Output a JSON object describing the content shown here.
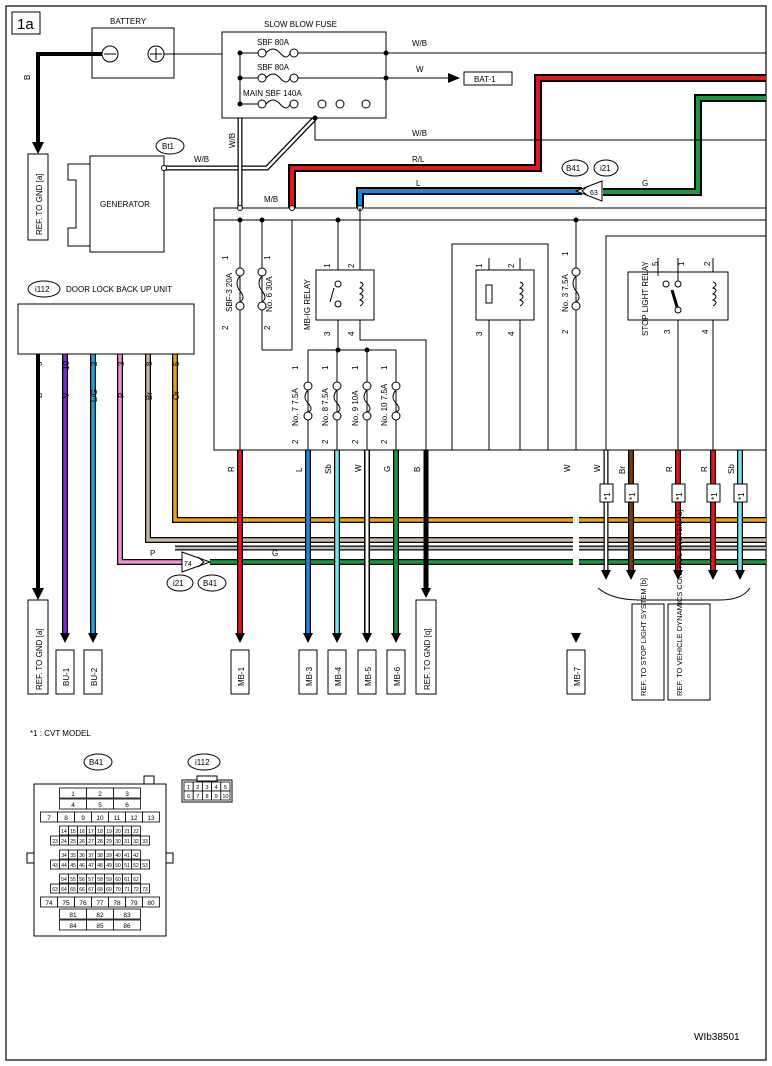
{
  "diagram": {
    "page_id": "1a",
    "ref_code": "WIb38501",
    "battery": {
      "title": "BATTERY",
      "ground_wire": "B"
    },
    "fuse_box": {
      "title": "SLOW BLOW FUSE",
      "fuse1": "SBF  80A",
      "fuse2": "SBF  80A",
      "fuse3": "MAIN SBF  140A",
      "out_wires": [
        "W/B",
        "W",
        "W/B"
      ],
      "vertical_wire": "W/B"
    },
    "bat_ref": "BAT-1",
    "generator": {
      "title": "GENERATOR",
      "connector": "Bt1",
      "wire": "W/B"
    },
    "ref_gnd_a": "REF. TO GND [a]",
    "ref_gnd_q": "REF. TO GND [q]",
    "wires": {
      "rl": "R/L",
      "l": "L",
      "g": "G",
      "mb": "M/B",
      "p": "P",
      "g2": "G"
    },
    "connectors": {
      "b41": "B41",
      "i21": "i21",
      "pin63": "63",
      "pin74": "74",
      "i112": "i112"
    },
    "door_lock_unit": {
      "title": "DOOR LOCK BACK UP UNIT",
      "pins": [
        "6",
        "10",
        "2",
        "3",
        "8",
        "5"
      ],
      "wires": [
        "B",
        "V",
        "L/G",
        "P",
        "Br",
        "Or"
      ]
    },
    "fuses": {
      "sbf3": "SBF-3  20A",
      "no6": "No. 6  30A",
      "mbig_relay": "MB-IG RELAY",
      "no7": "No. 7  7.5A",
      "no8": "No. 8  7.5A",
      "no9": "No. 9  10A",
      "no10": "No. 10  7.5A",
      "no3": "No. 3  7.5A",
      "stop_light_relay": "STOP LIGHT RELAY"
    },
    "pin_labels": {
      "p1": "1",
      "p2": "2",
      "p3": "3",
      "p4": "4",
      "p5": "5"
    },
    "bottom_wires": [
      "R",
      "L",
      "Sb",
      "W",
      "G",
      "B",
      "W",
      "W",
      "Br",
      "R",
      "R",
      "Sb"
    ],
    "star_label": "*1",
    "bottom_refs": [
      "MB-1",
      "MB-3",
      "MB-4",
      "MB-5",
      "MB-6",
      "MB-7",
      "BU-1",
      "BU-2"
    ],
    "ref_stop_light": "REF. TO STOP LIGHT SYSTEM [b]",
    "ref_vdc": "REF. TO VEHICLE DYNAMICS CONTROL SYSTEM [a]",
    "note": "*1  : CVT MODEL",
    "b41_rows": [
      [
        "1",
        "2",
        "3"
      ],
      [
        "4",
        "5",
        "6"
      ],
      [
        "7",
        "8",
        "9",
        "10",
        "11",
        "12",
        "13"
      ],
      [
        "14",
        "15",
        "16",
        "17",
        "18",
        "19",
        "20",
        "21",
        "22"
      ],
      [
        "23",
        "24",
        "25",
        "26",
        "27",
        "28",
        "29",
        "30",
        "31",
        "32",
        "33"
      ],
      [
        "34",
        "35",
        "36",
        "37",
        "38",
        "39",
        "40",
        "41",
        "42"
      ],
      [
        "43",
        "44",
        "45",
        "46",
        "47",
        "48",
        "49",
        "50",
        "51",
        "52",
        "53"
      ],
      [
        "54",
        "55",
        "56",
        "57",
        "58",
        "59",
        "60",
        "61",
        "62"
      ],
      [
        "63",
        "64",
        "65",
        "66",
        "67",
        "68",
        "69",
        "70",
        "71",
        "72",
        "73"
      ],
      [
        "74",
        "75",
        "76",
        "77",
        "78",
        "79",
        "80"
      ],
      [
        "81",
        "82",
        "83"
      ],
      [
        "84",
        "85",
        "86"
      ]
    ],
    "i112_rows": [
      [
        "1",
        "2",
        "3",
        "4",
        "5"
      ],
      [
        "6",
        "7",
        "8",
        "9",
        "10"
      ]
    ],
    "colors": {
      "red": "#e01a1a",
      "blue": "#1e88d8",
      "green": "#1a9a3c",
      "purple": "#7b2fc8",
      "cyan": "#28a0d8",
      "pink": "#f090d8",
      "tan": "#c8b8a0",
      "orange": "#e8a020",
      "brown": "#7a3a10",
      "skyblue": "#78e8f0",
      "gray": "#bfbfbf"
    }
  }
}
